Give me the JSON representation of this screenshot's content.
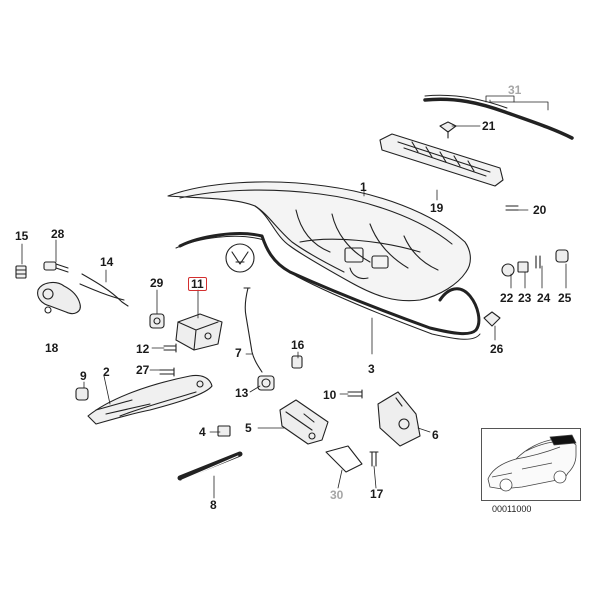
{
  "parts": [
    {
      "num": "1",
      "name": "trunk-lid"
    },
    {
      "num": "2",
      "name": "hinge"
    },
    {
      "num": "3",
      "name": "seal"
    },
    {
      "num": "4",
      "name": "nut"
    },
    {
      "num": "5",
      "name": "lock"
    },
    {
      "num": "6",
      "name": "latch"
    },
    {
      "num": "7",
      "name": "rod"
    },
    {
      "num": "8",
      "name": "gas-strut"
    },
    {
      "num": "9",
      "name": "bump-stop"
    },
    {
      "num": "10",
      "name": "screw-10"
    },
    {
      "num": "11",
      "name": "actuator",
      "highlight": true
    },
    {
      "num": "12",
      "name": "screw-12"
    },
    {
      "num": "13",
      "name": "lock-cylinder"
    },
    {
      "num": "14",
      "name": "cable"
    },
    {
      "num": "15",
      "name": "bolt-15"
    },
    {
      "num": "16",
      "name": "clip-16"
    },
    {
      "num": "17",
      "name": "screw-17"
    },
    {
      "num": "18",
      "name": "bracket"
    },
    {
      "num": "19",
      "name": "third-brake-light"
    },
    {
      "num": "20",
      "name": "screw-20"
    },
    {
      "num": "21",
      "name": "clip-21"
    },
    {
      "num": "22",
      "name": "washer-22"
    },
    {
      "num": "23",
      "name": "nut-23"
    },
    {
      "num": "24",
      "name": "screw-24"
    },
    {
      "num": "25",
      "name": "grommet-25"
    },
    {
      "num": "26",
      "name": "clip-26"
    },
    {
      "num": "27",
      "name": "screw-27"
    },
    {
      "num": "28",
      "name": "screw-28"
    },
    {
      "num": "29",
      "name": "grommet-29"
    },
    {
      "num": "30",
      "name": "cover",
      "grey": true
    },
    {
      "num": "31",
      "name": "spoiler-strip",
      "grey": true
    }
  ],
  "inset": {
    "code": "00011000"
  },
  "colors": {
    "highlight": "#d32f2f",
    "ink": "#1a1a1a",
    "grey": "#a6a6a6"
  }
}
